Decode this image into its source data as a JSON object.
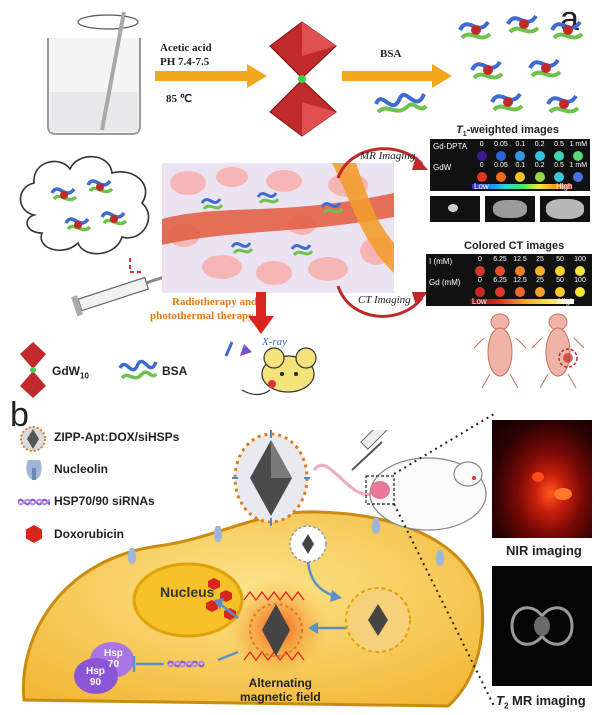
{
  "panel_a": {
    "letter": "a",
    "step1_line1": "Acetic acid",
    "step1_line2": "PH 7.4-7.5",
    "step1_temp": "85 ℃",
    "step2_label": "BSA",
    "mri_arrow_label": "MR Imaging",
    "ct_arrow_label": "CT Imaging",
    "therapy_line1": "Radiotherapy and",
    "therapy_line2": "photothermal therapy",
    "xray_label": "X-ray",
    "legend_gdw": "GdW",
    "legend_gdw_sub": "10",
    "legend_bsa": "BSA",
    "t1_title_prefix": "T",
    "t1_title_sub": "1",
    "t1_title_suffix": "-weighted images",
    "t1_row1_label": "Gd-DPTA",
    "t1_row2_label": "GdW",
    "t1_conc": [
      "0",
      "0.05",
      "0.1",
      "0.2",
      "0.5",
      "1 mM"
    ],
    "t1_low": "Low",
    "t1_high": "High",
    "ct_title": "Colored CT images",
    "ct_row1_label": "I (mM)",
    "ct_row2_label": "Gd (mM)",
    "ct_conc": [
      "0",
      "6.25",
      "12.5",
      "25",
      "50",
      "100"
    ],
    "ct_low": "Low",
    "ct_high": "High",
    "t1_row1_colors": [
      "#3a1c8f",
      "#2c63d6",
      "#2f9be6",
      "#35c3df",
      "#3fd3b8",
      "#5ad87a"
    ],
    "t1_row2_colors": [
      "#e53227",
      "#f06a1c",
      "#f6c22a",
      "#9bd64a",
      "#3ac4d9",
      "#4a73e0"
    ],
    "ct_row1_colors": [
      "#d13a2a",
      "#e2502a",
      "#f0822a",
      "#f4b02a",
      "#f5d22e",
      "#f4e640"
    ],
    "ct_row2_colors": [
      "#c62828",
      "#de3a2a",
      "#f0662a",
      "#f2a02a",
      "#f3c72c",
      "#f5e23a"
    ]
  },
  "panel_b": {
    "letter": "b",
    "legend_zipp": "ZIPP-Apt:DOX/siHSPs",
    "legend_nucleolin": "Nucleolin",
    "legend_sirna": "HSP70/90 siRNAs",
    "legend_dox": "Doxorubicin",
    "nucleus_label": "Nucleus",
    "hsp70_line1": "Hsp",
    "hsp70_line2": "70",
    "hsp90_line1": "Hsp",
    "hsp90_line2": "90",
    "field_line1": "Alternating",
    "field_line2": "magnetic field",
    "nir_caption": "NIR imaging",
    "mr_caption_prefix": "T",
    "mr_caption_sub": "2",
    "mr_caption_suffix": " MR imaging"
  }
}
